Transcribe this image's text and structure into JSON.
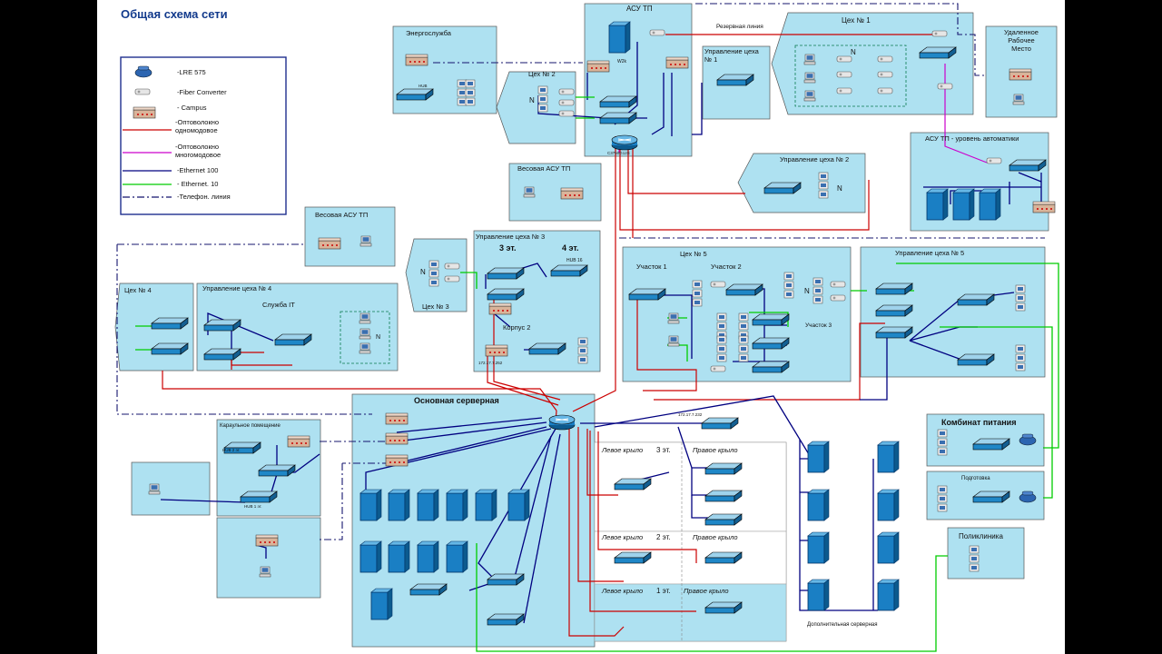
{
  "title": "Общая схема сети",
  "legend": {
    "items": [
      {
        "icon": "lre-modem-icon",
        "label": "-LRE 575"
      },
      {
        "icon": "fiber-converter-icon",
        "label": "-Fiber Converter"
      },
      {
        "icon": "campus-modem-icon",
        "label": "- Campus"
      },
      {
        "icon": "red-line-icon",
        "label": "-Оптоволокно одномодовое"
      },
      {
        "icon": "magenta-line-icon",
        "label": "-Оптоволокно многомодовое"
      },
      {
        "icon": "blue-line-icon",
        "label": "-Ethernet 100"
      },
      {
        "icon": "green-line-icon",
        "label": "- Ethernet. 10"
      },
      {
        "icon": "dashdot-line-icon",
        "label": "-Телефон. линия"
      }
    ],
    "colors": {
      "single_mode": "#cc0000",
      "multi_mode": "#cc00cc",
      "eth100": "#000080",
      "eth10": "#00cc00",
      "phone": "#000080"
    }
  },
  "blocks": {
    "energo": "Энергослужба",
    "asutp": "АСУ ТП",
    "reserve_line": "Резервная линия",
    "shop1": "Цех № 1",
    "remote": "Удаленное Рабочее Место",
    "shop2": "Цех № 2",
    "mgmt1": "Управление цеха № 1",
    "mgmt2": "Управление цеха № 2",
    "asutp_auto": "АСУ ТП - уровень автоматики",
    "weight_asutp": "Весовая АСУ ТП",
    "shop4": "Цех № 4",
    "mgmt4": "Управление цеха № 4",
    "it_service": "Служба IT",
    "mgmt3": "Управление цеха № 3",
    "floor3": "3 эт.",
    "floor4": "4 эт.",
    "building2": "Корпус 2",
    "shop3": "Цех № 3",
    "shop5": "Цех № 5",
    "section1": "Участок 1",
    "section2": "Участок 2",
    "section3": "Участок 3",
    "mgmt5": "Управление цеха № 5",
    "main_server": "Основная серверная",
    "guard": "Караульное помещение",
    "food": "Комбинат питания",
    "training": "Подготовка",
    "clinic": "Поликлиника",
    "extra_server": "Дополнительная серверная",
    "left_wing": "Левое крыло",
    "right_wing": "Правое крыло",
    "f3": "3 эт.",
    "f2": "2 эт.",
    "f1": "1 эт.",
    "n": "N",
    "hub": "HUB",
    "hub16": "HUB 16",
    "hub2": "HUB 2 эт.",
    "hub1": "HUB 1 эт.",
    "c3750": "C3750G12S",
    "ip1": "172.17.7.232",
    "ip2": "172.17.7.252",
    "w2k": "W2k"
  }
}
